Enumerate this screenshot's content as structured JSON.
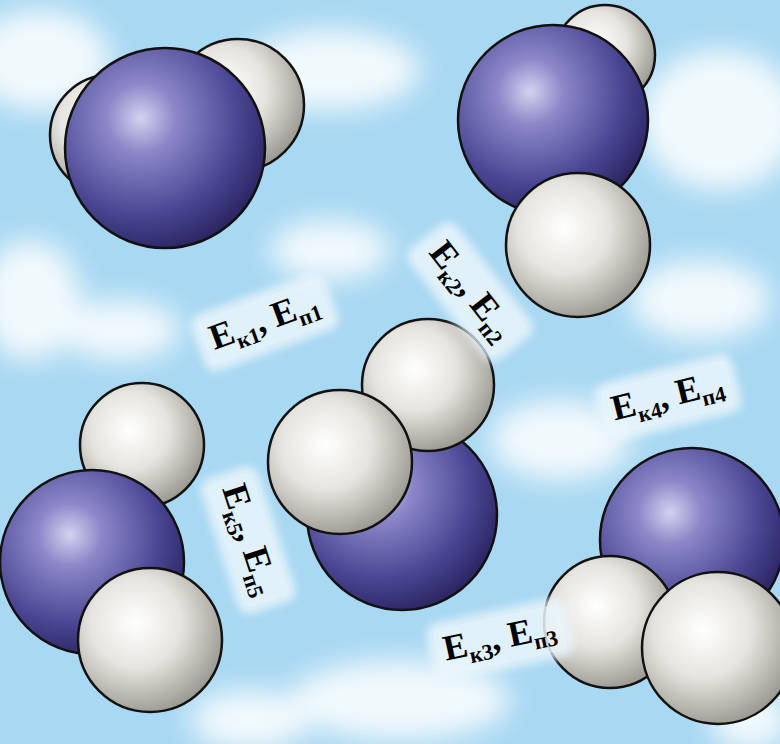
{
  "diagram": {
    "labels": [
      "Eк1, Eп1",
      "Eк2, Eп2",
      "Eк4, Eп4",
      "Eк5, Eп5",
      "Eк3, Eп3"
    ]
  }
}
